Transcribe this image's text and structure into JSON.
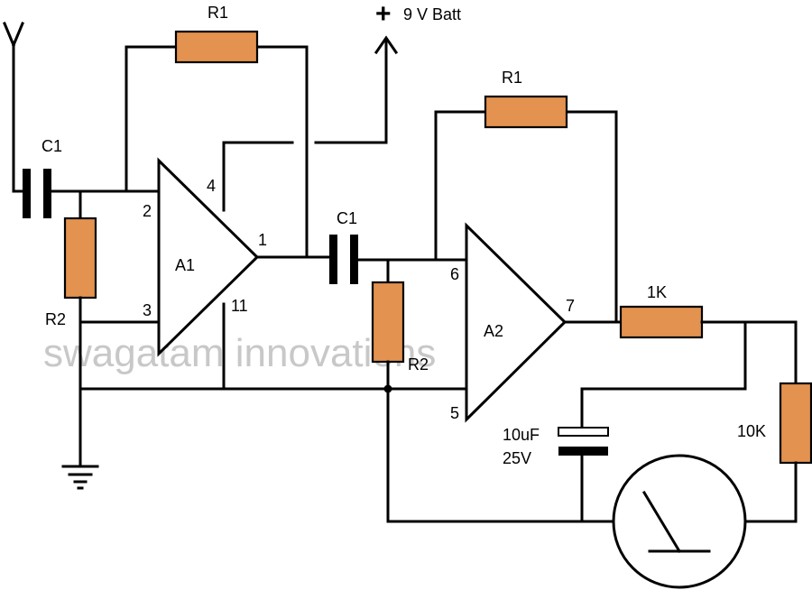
{
  "labels": {
    "supply": "9 V Batt",
    "plus": "+",
    "r1_top": "R1",
    "r1_right": "R1",
    "c1_left": "C1",
    "c1_mid": "C1",
    "r2_left": "R2",
    "r2_mid": "R2",
    "a1": "A1",
    "a2": "A2",
    "pin_2": "2",
    "pin_3": "3",
    "pin_4": "4",
    "pin_1": "1",
    "pin_11": "11",
    "pin_6": "6",
    "pin_5": "5",
    "pin_7": "7",
    "r_1k": "1K",
    "r_10k": "10K",
    "cap_value": "10uF",
    "cap_voltage": "25V"
  },
  "watermark": "swagatam innovations",
  "colors": {
    "resistor": "#e3924f",
    "wire": "#000000",
    "watermark": "#c8c8c8"
  }
}
